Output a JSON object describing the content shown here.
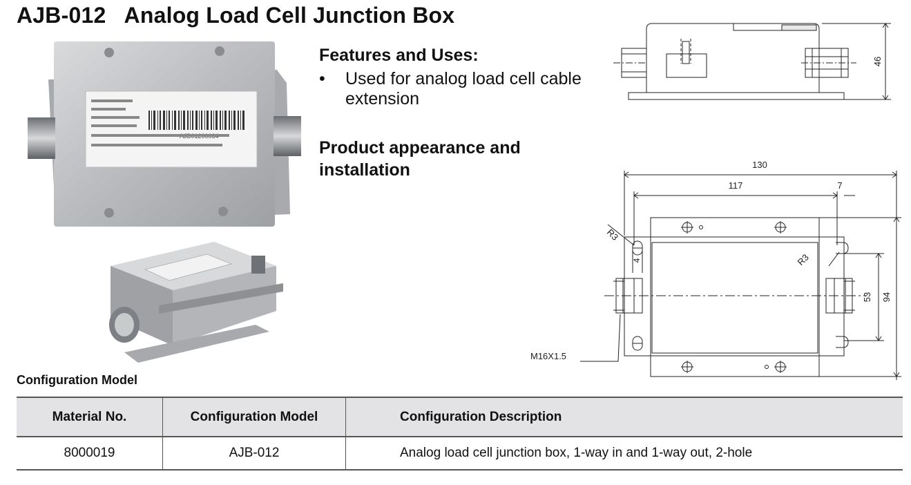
{
  "title": "AJB-012   Analog Load Cell Junction Box",
  "label_text": "AJB01200034",
  "features": {
    "heading": "Features and Uses:",
    "bullet": "•",
    "items": [
      "Used for analog load cell cable extension"
    ]
  },
  "appearance_heading": "Product appearance and installation",
  "drawing": {
    "height": "46",
    "overall_width": "130",
    "hole_spacing": "117",
    "offset": "7",
    "radius_left": "R3",
    "radius_right": "R3",
    "slot": "4",
    "inner_height": "53",
    "overall_height": "94",
    "thread": "M16X1.5"
  },
  "config_heading": "Configuration Model",
  "table": {
    "headers": [
      "Material No.",
      "Configuration Model",
      "Configuration Description"
    ],
    "rows": [
      [
        "8000019",
        "AJB-012",
        "Analog load cell junction box, 1-way in and 1-way out, 2-hole"
      ]
    ]
  }
}
